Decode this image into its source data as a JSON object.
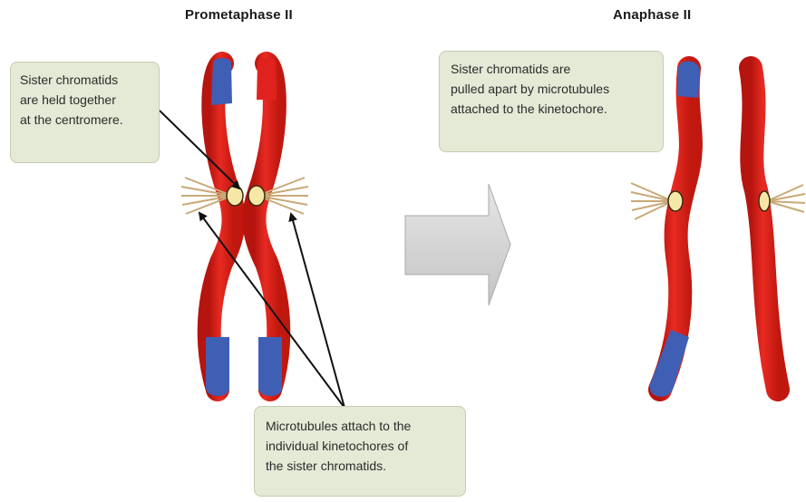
{
  "titles": {
    "left": "Prometaphase II",
    "right": "Anaphase II"
  },
  "callouts": {
    "centromere": [
      "Sister chromatids",
      "are held together",
      "at the centromere."
    ],
    "pulled_apart": [
      "Sister chromatids are",
      "pulled apart by microtubules",
      "attached to the kinetochore."
    ],
    "microtubules": [
      "Microtubules attach to the",
      "individual kinetochores of",
      "the sister chromatids."
    ]
  },
  "colors": {
    "chromatid": "#e0221e",
    "chromatid_dark": "#b5140f",
    "chromatid_tip": "#3f5fb5",
    "kinetochore": "#f5e8a6",
    "microtubule": "#c9a977",
    "callout_fill": "#e4ead6",
    "arrow_fill": "#d0d0d0"
  }
}
